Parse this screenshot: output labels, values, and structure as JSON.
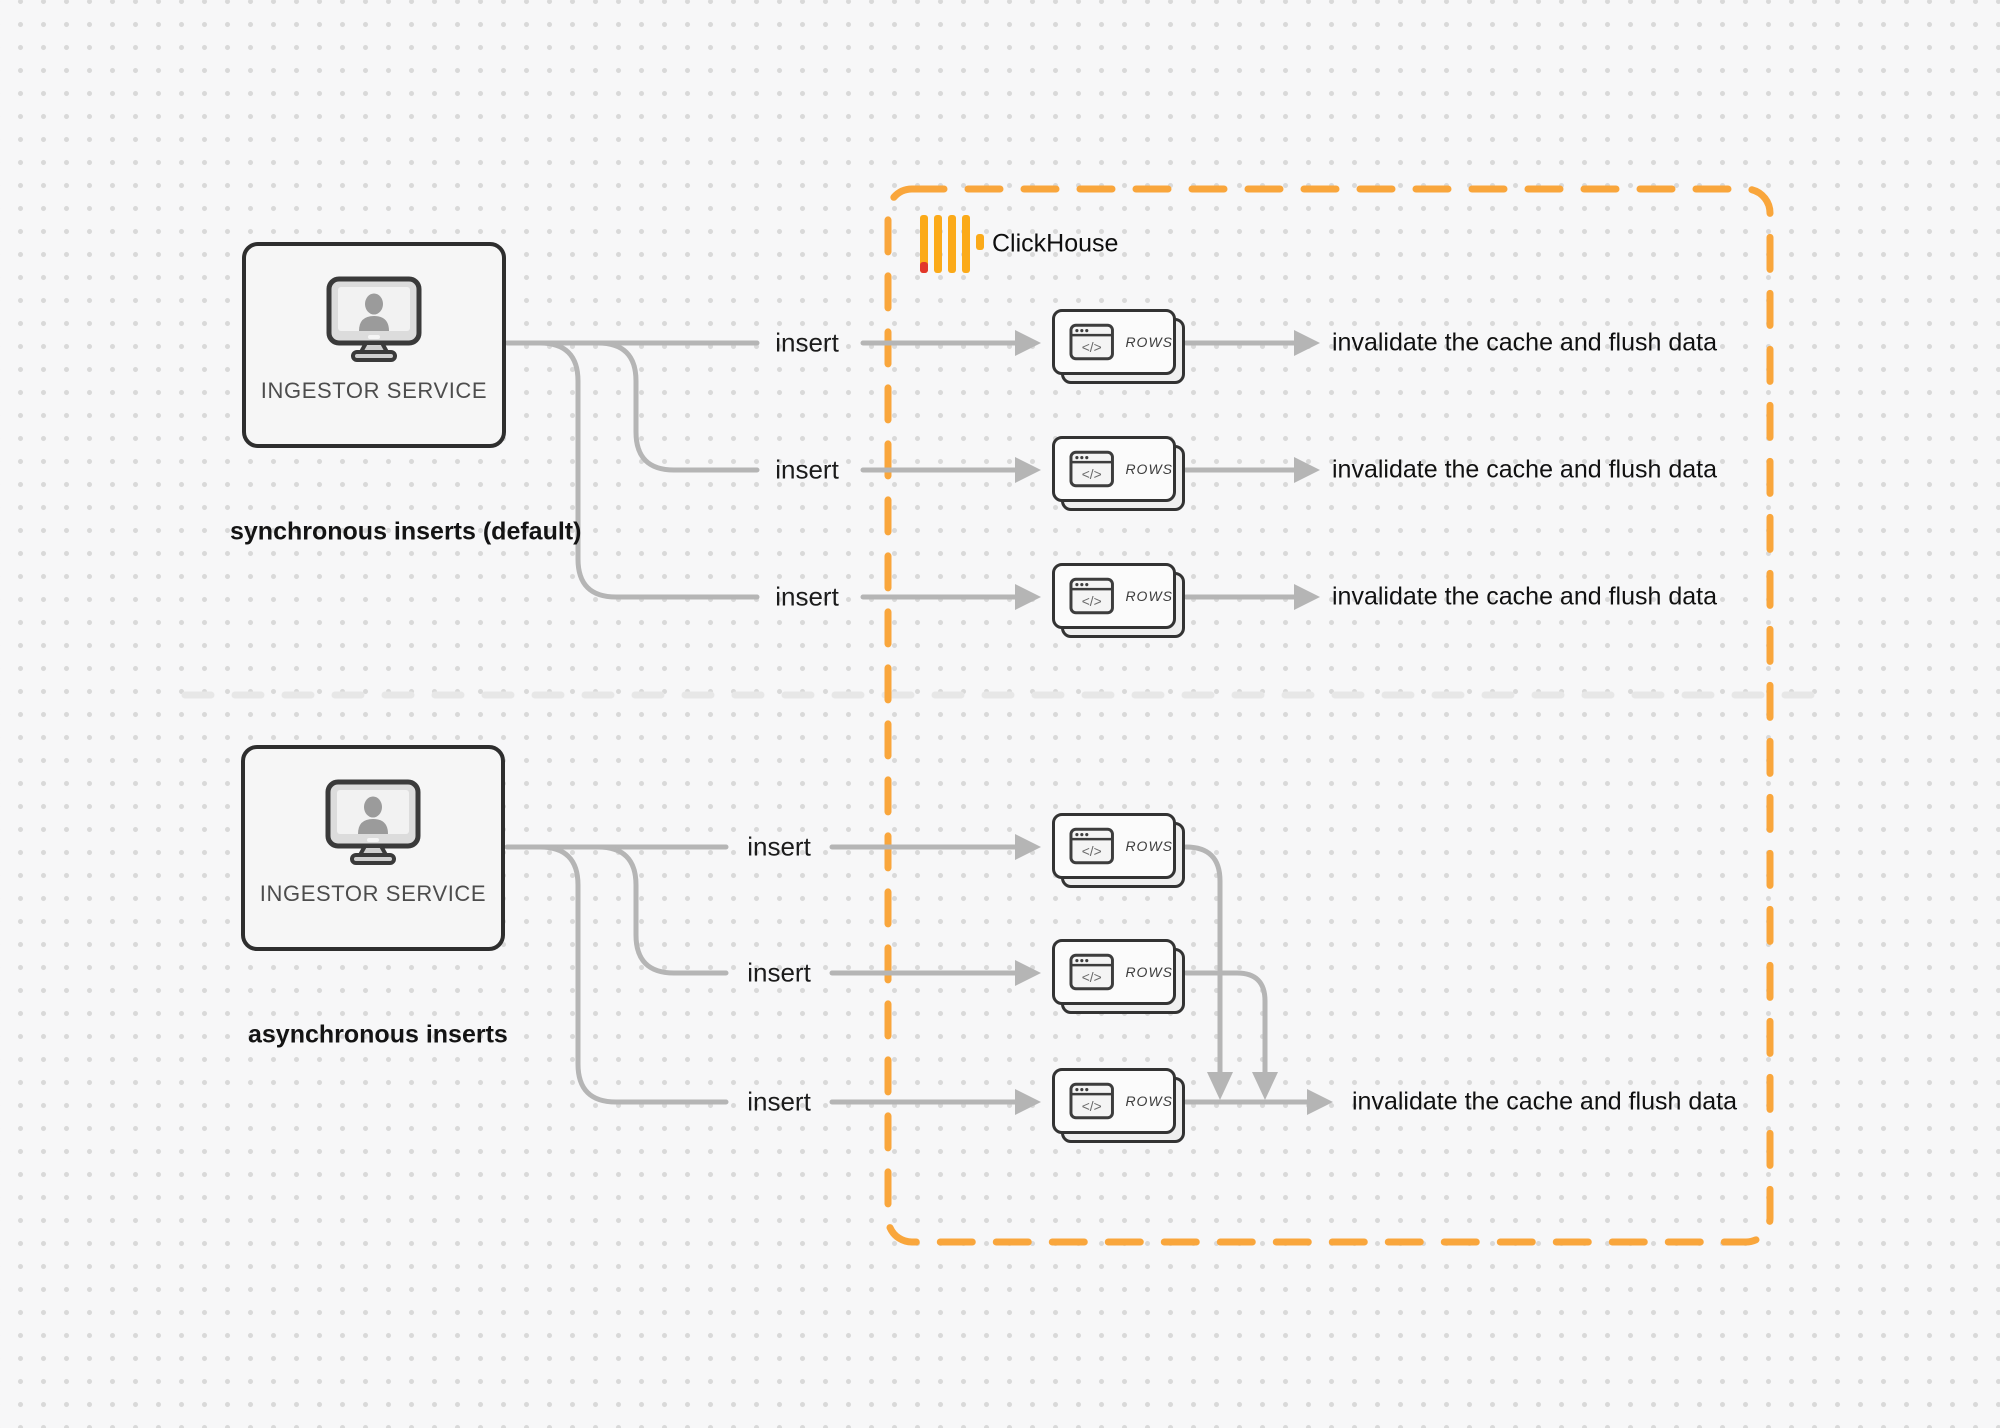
{
  "clickhouse": {
    "label": "ClickHouse"
  },
  "sync": {
    "service_label": "INGESTOR SERVICE",
    "caption": "synchronous inserts (default)",
    "rows": [
      {
        "insert": "insert",
        "node": "ROWS",
        "result": "invalidate the cache and flush data"
      },
      {
        "insert": "insert",
        "node": "ROWS",
        "result": "invalidate the cache and flush data"
      },
      {
        "insert": "insert",
        "node": "ROWS",
        "result": "invalidate the cache and flush data"
      }
    ]
  },
  "async": {
    "service_label": "INGESTOR SERVICE",
    "caption": "asynchronous inserts",
    "rows": [
      {
        "insert": "insert",
        "node": "ROWS"
      },
      {
        "insert": "insert",
        "node": "ROWS"
      },
      {
        "insert": "insert",
        "node": "ROWS"
      }
    ],
    "result": "invalidate the cache and flush data"
  },
  "icons": {
    "service_icon": "monitor-user",
    "rows_icon": "code-window",
    "logo_icon": "clickhouse-bars"
  },
  "colors": {
    "accent_orange": "#F9A63C",
    "logo_yellow": "#FBAA19",
    "logo_red": "#E2362B",
    "connector_gray": "#B5B5B5",
    "divider_gray": "#E7E7E7",
    "box_border": "#2E2E2E",
    "text_dark": "#141414",
    "background": "#F7F7F8"
  }
}
